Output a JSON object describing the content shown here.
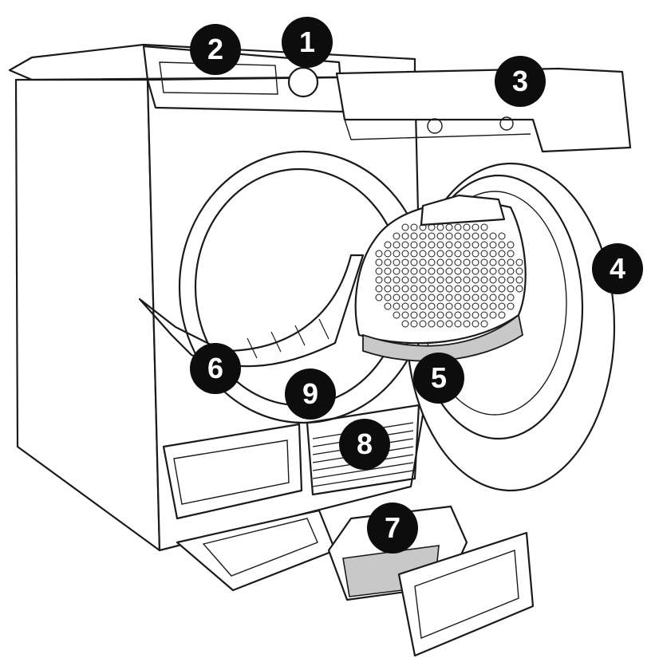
{
  "diagram": {
    "subject": "tumble-dryer-exploded-view",
    "callouts": [
      {
        "id": "callout-1",
        "label": "1"
      },
      {
        "id": "callout-2",
        "label": "2"
      },
      {
        "id": "callout-3",
        "label": "3"
      },
      {
        "id": "callout-4",
        "label": "4"
      },
      {
        "id": "callout-5",
        "label": "5"
      },
      {
        "id": "callout-6",
        "label": "6"
      },
      {
        "id": "callout-7",
        "label": "7"
      },
      {
        "id": "callout-8",
        "label": "8"
      },
      {
        "id": "callout-9",
        "label": "9"
      }
    ],
    "colors": {
      "line": "#1a1a1a",
      "callout_fill": "#0d0d0d",
      "callout_text": "#ffffff",
      "filter_shade": "#c8c8c8"
    }
  }
}
